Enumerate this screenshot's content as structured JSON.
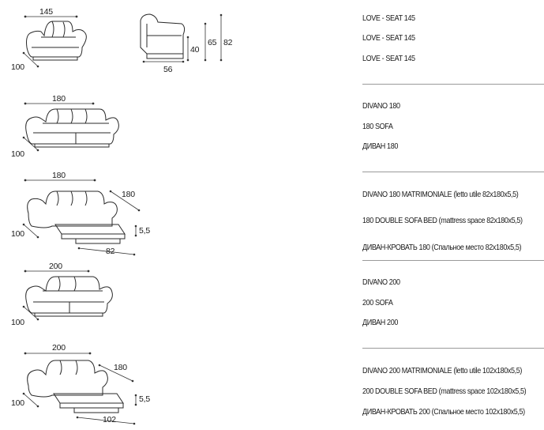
{
  "models": [
    {
      "id": "love-seat",
      "lines": [
        "LOVE - SEAT 145",
        "LOVE - SEAT 145",
        "LOVE - SEAT 145"
      ],
      "dims": {
        "width": "145",
        "depth": "100",
        "seat_height": "40",
        "arm_height": "65",
        "height": "82",
        "side_depth": "56"
      }
    },
    {
      "id": "divano-180",
      "lines": [
        "DIVANO 180",
        "180 SOFA",
        "ДИВАН 180"
      ],
      "dims": {
        "width": "180",
        "depth": "100"
      }
    },
    {
      "id": "divano-180-letto",
      "lines": [
        "DIVANO 180 MATRIMONIALE  (letto utile 82x180x5,5)",
        "180 DOUBLE SOFA BED  (mattress space 82x180x5,5)",
        "ДИВАН-КРОВАТЬ 180 (Спальное место 82x180x5,5)"
      ],
      "dims": {
        "width": "180",
        "depth": "100",
        "bed_length": "180",
        "mattress_thickness": "5,5",
        "bed_width": "82"
      }
    },
    {
      "id": "divano-200",
      "lines": [
        "DIVANO 200",
        "200 SOFA",
        "ДИВАН 200"
      ],
      "dims": {
        "width": "200",
        "depth": "100"
      }
    },
    {
      "id": "divano-200-letto",
      "lines": [
        "DIVANO 200 MATRIMONIALE (letto utile 102x180x5,5)",
        "200 DOUBLE SOFA BED (mattress space 102x180x5,5)",
        "ДИВАН-КРОВАТЬ 200 (Спальное место 102x180x5,5)"
      ],
      "dims": {
        "width": "200",
        "depth": "100",
        "bed_length": "180",
        "mattress_thickness": "5,5",
        "bed_width": "102"
      }
    }
  ]
}
